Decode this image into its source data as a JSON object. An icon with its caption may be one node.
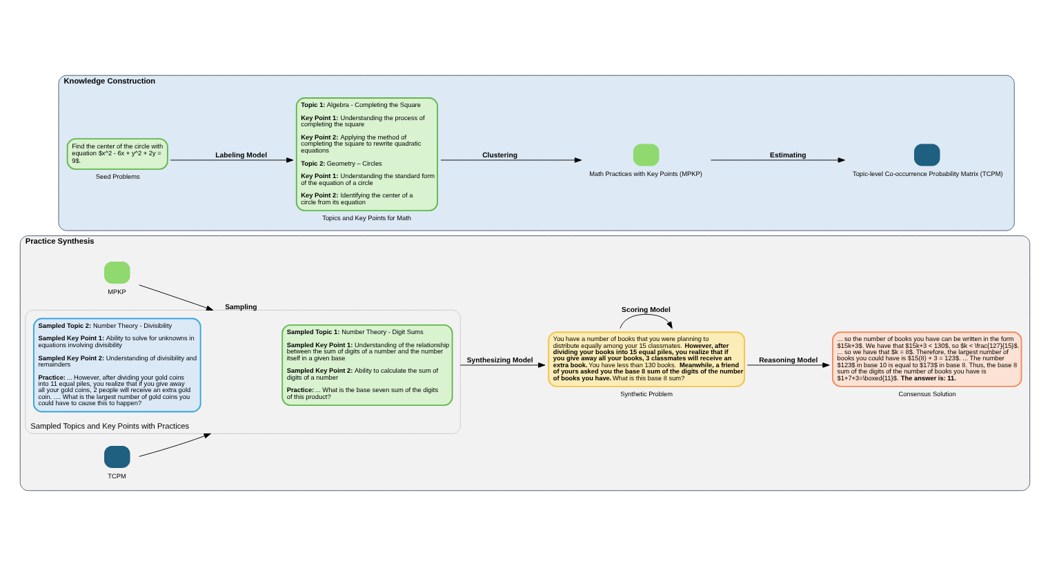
{
  "diagram": {
    "nodes": [
      {
        "text": [
          "Knowledge Construction"
        ]
      },
      {
        "text": [
          "Find the center of the circle with equation $x^2 - 6x + y^2 + 2y = 9$."
        ],
        "in": 0,
        "beside": [
          "Seed Problems"
        ]
      },
      {
        "text": [
          "**Topic 1:** Algebra - Completing the Square",
          "**Key Point 1:** Understanding the process of completing the square",
          "**Key Point 2:** Applying the method of completing the square to rewrite quadratic equations",
          "**Topic 2:** Geometry – Circles",
          "**Key Point 1:** Understanding the standard form of the equation of a circle",
          "**Key Point 2:** Identifying the center of a circle from its equation"
        ],
        "in": 0,
        "beside": [
          "Topics and Key Points for Math"
        ]
      },
      {
        "text": [
          "Math Practices with Key Points (MPKP)"
        ],
        "in": 0
      },
      {
        "text": [
          "Topic-level Co-occurrence Probability Matrix (TCPM)"
        ],
        "in": 0
      },
      {
        "text": [
          "Practice Synthesis"
        ]
      },
      {
        "text": [
          "MPKP"
        ],
        "in": 5
      },
      {
        "text": [
          "TCPM"
        ],
        "in": 5
      },
      {
        "text": [
          "Sampled Topics and Key Points with Practices"
        ],
        "in": 5
      },
      {
        "text": [
          "**Sampled Topic 1:** Number Theory - Digit Sums",
          "**Sampled Key Point 1:** Understanding of the relationship between the sum of digits of a number and the number itself in a given base",
          "**Sampled Key Point 2:** Ability to calculate the sum of digits of a number",
          "**Practice:**... What is the base seven sum of the digits of this product?"
        ],
        "in": 8
      },
      {
        "text": [
          "**Sampled Topic 2:** Number Theory - Divisibility",
          "**Sampled Key Point 1:** Ability to solve for unknowns in equations involving divisibility",
          "**Sampled Key Point 2:** Understanding of divisibility and remainders",
          "**Practice:** ... However, after dividing your gold coins into 11 equal piles, you realize that if you give away all your gold coins, 2 people will receive an extra gold coin. .... What is the largest number of gold coins you could have to cause this to happen?"
        ],
        "in": 8
      },
      {
        "text": [
          "You have a number of books that you were planning to distribute equally among your 15 classmates. **However, after dividing your books into 15 equal piles, you realize that if you give away all your books, 3 classmates will receive an extra book.** You have less than 130 books. **Meanwhile, a friend of yours asked you the base 8 sum of the digits of the number of books you have.** What is this base 8 sum?"
        ],
        "in": 5,
        "beside": [
          "Synthetic Problem"
        ]
      },
      {
        "text": [
          "... so the number of books you have can be written in the form $15k+3$. We have that $15k+3 < 130$, so $k < \\frac{127}{15}$. ... so we have that $k = 8$. Therefore, the largest number of books you could have is $15(8) + 3 = 123$. ... The number $123$ in base 10 is equal to $173$ in base 8. Thus, the base 8 sum of the digits of the number of books you have is $1+7+3=\\boxed{11}$. **The answer is: 11.**"
        ],
        "in": 5,
        "beside": [
          "Consensus Solution"
        ]
      }
    ],
    "edges": [
      {
        "from": 1,
        "to": 2,
        "arrow": "to",
        "label": "Labeling Model"
      },
      {
        "from": 2,
        "to": 3,
        "arrow": "to",
        "label": "Clustering"
      },
      {
        "from": 3,
        "to": 4,
        "arrow": "to",
        "label": "Estimating"
      },
      {
        "from": 6,
        "to": 8,
        "arrow": "to",
        "label": "Sampling"
      },
      {
        "from": 7,
        "to": 8,
        "arrow": "to"
      },
      {
        "from": 8,
        "to": 11,
        "arrow": "to",
        "label": "Synthesizing Model"
      },
      {
        "from": 11,
        "to": 11,
        "arrow": "to",
        "label": "Scoring Model"
      },
      {
        "from": 11,
        "to": 12,
        "arrow": "to",
        "label": "Reasoning Model"
      }
    ]
  }
}
